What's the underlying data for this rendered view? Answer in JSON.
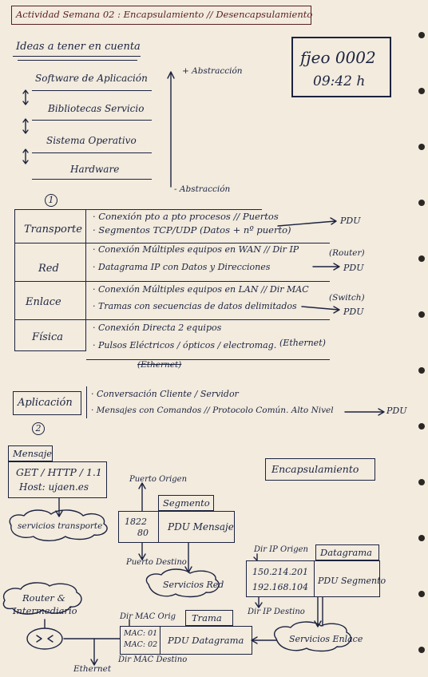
{
  "header": {
    "title": "Actividad Semana 02 : Encapsulamiento // Desencapsulamiento"
  },
  "ideas": {
    "title": "Ideas a tener en cuenta",
    "badge_line1": "fjeo 0002",
    "badge_line2": "09:42 h",
    "layers": [
      "Software de Aplicación",
      "Bibliotecas Servicio",
      "Sistema Operativo",
      "Hardware"
    ],
    "more_abstraction": "+ Abstracción",
    "less_abstraction": "- Abstracción"
  },
  "section1": {
    "marker": "1",
    "rows": [
      {
        "label": "Transporte",
        "lines": [
          "· Conexión pto a pto procesos // Puertos",
          "· Segmentos TCP/UDP (Datos + nº puerto)"
        ],
        "pdu": "PDU"
      },
      {
        "label": "Red",
        "lines": [
          "· Conexión Múltiples equipos en WAN // Dir IP",
          "· Datagrama IP con Datos y Direcciones"
        ],
        "device": "(Router)",
        "pdu": "PDU"
      },
      {
        "label": "Enlace",
        "lines": [
          "· Conexión Múltiples equipos en LAN // Dir MAC",
          "· Tramas con secuencias de datos delimitados"
        ],
        "device": "(Switch)",
        "pdu": "PDU"
      },
      {
        "label": "Física",
        "lines": [
          "· Conexión Directa 2 equipos",
          "· Pulsos Eléctricos / ópticos / electromag."
        ],
        "device": "(Ethernet)",
        "struck": "(Ethernet)"
      }
    ],
    "app": {
      "label": "Aplicación",
      "lines": [
        "· Conversación Cliente / Servidor",
        "· Mensajes con Comandos // Protocolo Común. Alto Nivel"
      ],
      "pdu": "PDU"
    }
  },
  "section2": {
    "marker": "2",
    "mensaje_label": "Mensaje",
    "mensaje_lines": [
      "GET / HTTP / 1.1",
      "Host: ujaen.es"
    ],
    "encap_label": "Encapsulamiento",
    "cloud_transport": "servicios transporte",
    "puerto_origen": "Puerto Origen",
    "puerto_destino": "Puerto Destino",
    "segmento_label": "Segmento",
    "ports": [
      "1822",
      "80"
    ],
    "pdu_mensaje": "PDU Mensaje",
    "cloud_red": "Servicios Red",
    "dir_ip_origen": "Dir IP Origen",
    "dir_ip_destino": "Dir IP Destino",
    "datagrama_label": "Datagrama",
    "ips": [
      "150.214.201",
      "192.168.104"
    ],
    "pdu_segmento": "PDU Segmento",
    "cloud_enlace": "Servicios Enlace",
    "router_cloud": [
      "Router &",
      "Intermediario"
    ],
    "dir_mac_origen": "Dir MAC Orig",
    "dir_mac_destino": "Dir MAC Destino",
    "trama_label": "Trama",
    "macs": [
      "MAC: 01",
      "MAC: 02"
    ],
    "pdu_datagrama": "PDU Datagrama",
    "ethernet": "Ethernet"
  }
}
